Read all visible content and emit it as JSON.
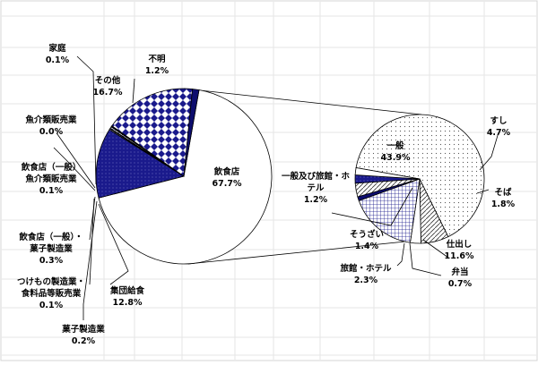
{
  "chart_data": [
    {
      "type": "pie",
      "title": "",
      "unit": "%",
      "slices": [
        {
          "label": "飲食店",
          "value": 67.7,
          "value_text": "67.7%"
        },
        {
          "label": "集団給食",
          "value": 12.8,
          "value_text": "12.8%"
        },
        {
          "label": "菓子製造業",
          "value": 0.2,
          "value_text": "0.2%"
        },
        {
          "label": "つけもの製造業・食料品等販売業",
          "value": 0.1,
          "value_text": "0.1%"
        },
        {
          "label": "飲食店（一般）・菓子製造業",
          "value": 0.3,
          "value_text": "0.3%"
        },
        {
          "label": "飲食店（一般）・魚介類販売業",
          "value": 0.1,
          "value_text": "0.1%"
        },
        {
          "label": "魚介類販売業",
          "value": 0.0,
          "value_text": "0.0%"
        },
        {
          "label": "家庭",
          "value": 0.1,
          "value_text": "0.1%"
        },
        {
          "label": "その他",
          "value": 16.7,
          "value_text": "16.7%"
        },
        {
          "label": "不明",
          "value": 1.2,
          "value_text": "1.2%"
        }
      ],
      "label_lines": {
        "飲食店": [
          "飲食店",
          "67.7%"
        ],
        "集団給食": [
          "集団給食",
          "12.8%"
        ],
        "菓子製造業": [
          "菓子製造業",
          "0.2%"
        ],
        "つけもの製造業・食料品等販売業": [
          "つけもの製造業・",
          "食料品等販売業",
          "0.1%"
        ],
        "飲食店（一般）・菓子製造業": [
          "飲食店（一般）・",
          "菓子製造業",
          "0.3%"
        ],
        "飲食店（一般）・魚介類販売業": [
          "飲食店（一般）",
          "魚介類販売業",
          "0.1%"
        ],
        "魚介類販売業": [
          "魚介類販売業",
          "0.0%"
        ],
        "家庭": [
          "家庭",
          "0.1%"
        ],
        "その他": [
          "その他",
          "16.7%"
        ],
        "不明": [
          "不明",
          "1.2%"
        ]
      }
    },
    {
      "type": "pie",
      "title": "",
      "breakdown_of": "飲食店",
      "unit": "%",
      "slices": [
        {
          "label": "一般",
          "value": 43.9,
          "value_text": "43.9%"
        },
        {
          "label": "すし",
          "value": 4.7,
          "value_text": "4.7%"
        },
        {
          "label": "そば",
          "value": 1.8,
          "value_text": "1.8%"
        },
        {
          "label": "仕出し",
          "value": 11.6,
          "value_text": "11.6%"
        },
        {
          "label": "弁当",
          "value": 0.7,
          "value_text": "0.7%"
        },
        {
          "label": "旅館・ホテル",
          "value": 2.3,
          "value_text": "2.3%"
        },
        {
          "label": "そうざい",
          "value": 1.4,
          "value_text": "1.4%"
        },
        {
          "label": "一般及び旅館・ホテル",
          "value": 1.2,
          "value_text": "1.2%"
        }
      ],
      "label_lines": {
        "一般": [
          "一般",
          "43.9%"
        ],
        "すし": [
          "すし",
          "4.7%"
        ],
        "そば": [
          "そば",
          "1.8%"
        ],
        "仕出し": [
          "仕出し",
          "11.6%"
        ],
        "弁当": [
          "弁当",
          "0.7%"
        ],
        "旅館・ホテル": [
          "旅館・ホテル",
          "2.3%"
        ],
        "そうざい": [
          "そうざい",
          "1.4%"
        ],
        "一般及び旅館・ホテル": [
          "一般及び旅館・ホ",
          "テル",
          "1.2%"
        ]
      }
    }
  ]
}
